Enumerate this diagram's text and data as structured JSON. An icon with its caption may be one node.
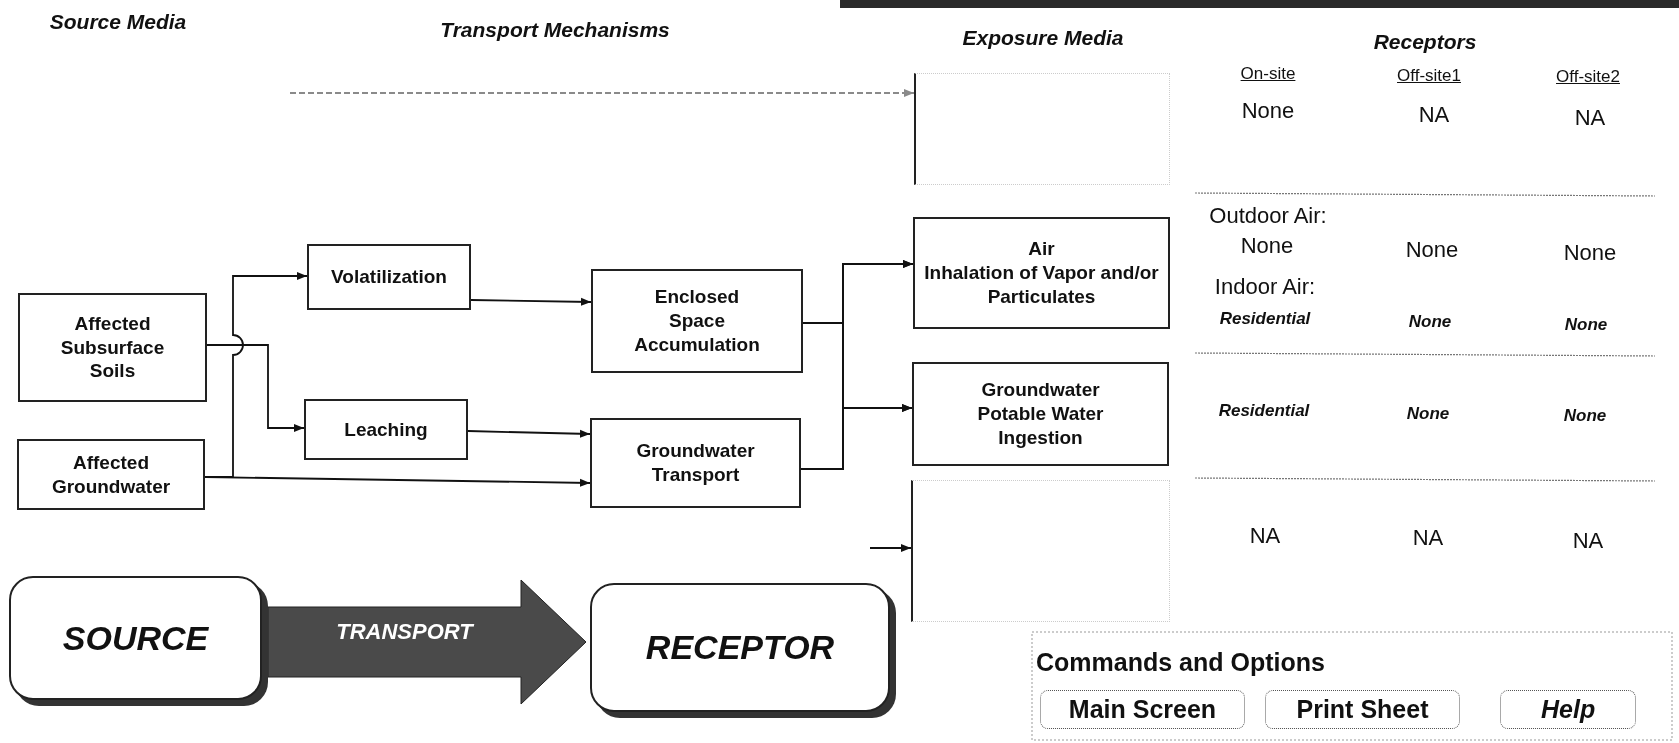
{
  "diagram": {
    "nodes": [
      {
        "text": [
          "Affected Subsurface Soils"
        ]
      },
      {
        "text": [
          "Affected Groundwater"
        ]
      },
      {
        "text": [
          "Volatilization"
        ]
      },
      {
        "text": [
          "Leaching"
        ]
      },
      {
        "text": [
          "Enclosed Space Accumulation"
        ]
      },
      {
        "text": [
          "Groundwater Transport"
        ]
      },
      {
        "text": [],
        "shape": "box"
      },
      {
        "text": [
          "Air",
          "Inhalation of Vapor and/or Particulates"
        ]
      },
      {
        "text": [
          "Groundwater",
          "Potable Water Ingestion"
        ]
      },
      {
        "text": [],
        "shape": "box"
      },
      {
        "text": [
          "SOURCE"
        ]
      },
      {
        "text": [
          "RECEPTOR"
        ]
      }
    ],
    "edges": [
      {
        "from": 0,
        "to": 3,
        "arrow": "to"
      },
      {
        "from": 1,
        "to": 2,
        "arrow": "to"
      },
      {
        "from": 1,
        "to": 5,
        "arrow": "to"
      },
      {
        "from": 2,
        "to": 4,
        "arrow": "to"
      },
      {
        "from": 3,
        "to": 5,
        "arrow": "to"
      },
      {
        "from": 4,
        "to": 7,
        "arrow": "to"
      },
      {
        "from": 4,
        "to": 8,
        "arrow": "to"
      },
      {
        "from": 5,
        "to": 7,
        "arrow": "to"
      },
      {
        "from": 5,
        "to": 8,
        "arrow": "to"
      },
      {
        "from": null,
        "to": 6,
        "arrow": "to",
        "style": "dashed",
        "color": "#8a8a8a"
      },
      {
        "from": null,
        "to": 9,
        "arrow": "to"
      },
      {
        "from": 10,
        "to": 11,
        "arrow": "to",
        "label": "TRANSPORT",
        "style": "thick",
        "color": "#4a4a4a"
      }
    ],
    "labels": [
      "Source Media",
      "Transport Mechanisms",
      "Exposure Media",
      "Receptors",
      "On-site",
      "Off-site1",
      "Off-site2",
      "None",
      "NA",
      "NA",
      "Outdoor Air:",
      "None",
      "None",
      "None",
      "Indoor Air:",
      "Residential",
      "None",
      "None",
      "Residential",
      "None",
      "None",
      "NA",
      "NA",
      "NA",
      "Commands and Options",
      "Main Screen",
      "Print Sheet",
      "Help"
    ]
  }
}
